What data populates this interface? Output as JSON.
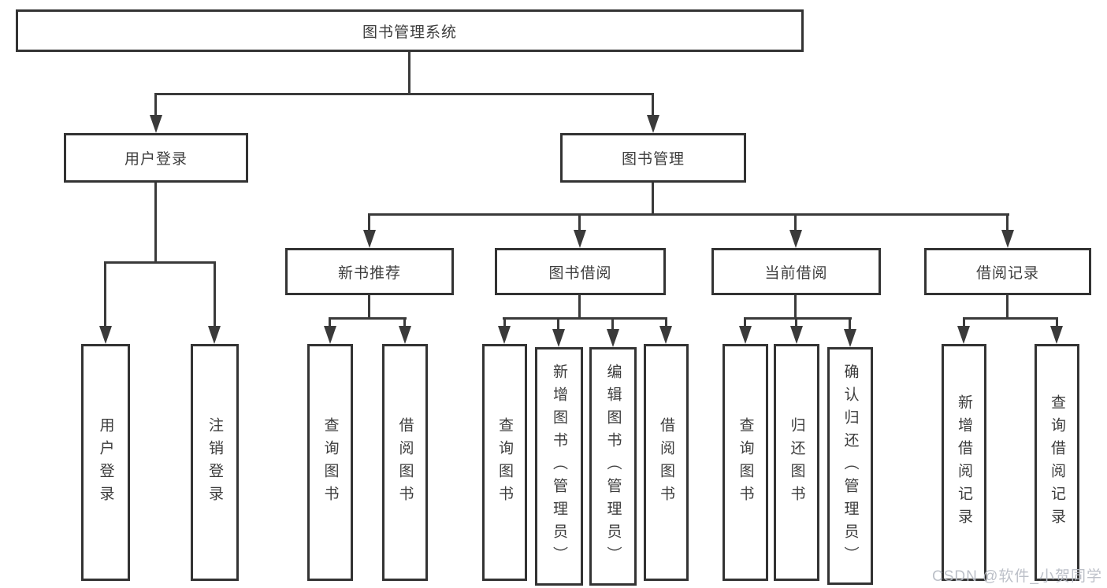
{
  "nodes": {
    "root": "图书管理系统",
    "user_login": "用户登录",
    "book_management": "图书管理",
    "new_book_recommend": "新书推荐",
    "book_borrow": "图书借阅",
    "current_borrow": "当前借阅",
    "borrow_records": "借阅记录",
    "leaves": [
      "用户登录",
      "注销登录",
      "查询图书",
      "借阅图书",
      "查询图书",
      "新增图书（管理员）",
      "编辑图书（管理员）",
      "借阅图书",
      "查询图书",
      "归还图书",
      "确认归还（管理员）",
      "新增借阅记录",
      "查询借阅记录"
    ]
  },
  "watermark": "CSDN @软件_小贺同学",
  "colors": {
    "line": "#3a3a3a",
    "box_border": "#333333",
    "text": "#3d3d3d",
    "background": "#ffffff",
    "watermark": "#b8bdc5"
  }
}
